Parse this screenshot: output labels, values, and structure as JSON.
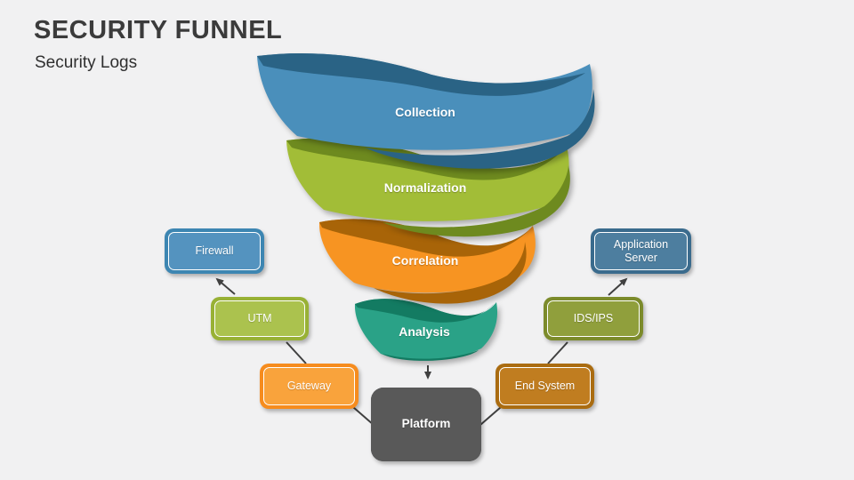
{
  "header": {
    "title": "SECURITY FUNNEL",
    "subtitle": "Security Logs"
  },
  "funnel": {
    "layers": [
      {
        "label": "Collection",
        "color": "#4a8fbb",
        "dark_color": "#2a6385"
      },
      {
        "label": "Normalization",
        "color": "#a2bd37",
        "dark_color": "#6e8a1f"
      },
      {
        "label": "Correlation",
        "color": "#f79422",
        "dark_color": "#a86408"
      },
      {
        "label": "Analysis",
        "color": "#2aa287",
        "dark_color": "#137b62"
      }
    ]
  },
  "nodes": {
    "firewall": {
      "label": "Firewall",
      "fill": "#5493bf",
      "border": "#3d86b2"
    },
    "utm": {
      "label": "UTM",
      "fill": "#abc24e",
      "border": "#98b135"
    },
    "gateway": {
      "label": "Gateway",
      "fill": "#f9a33c",
      "border": "#f68c1e"
    },
    "platform": {
      "label": "Platform",
      "fill": "#595959",
      "border": "#4a4a4a"
    },
    "end_system": {
      "label": "End System",
      "fill": "#c07d20",
      "border": "#aa6c11"
    },
    "ids_ips": {
      "label": "IDS/IPS",
      "fill": "#909f3c",
      "border": "#7c8b2b"
    },
    "application_server": {
      "label": "Application Server",
      "fill": "#4d7e9f",
      "border": "#3a6b8d"
    }
  },
  "connector_color": "#404040"
}
